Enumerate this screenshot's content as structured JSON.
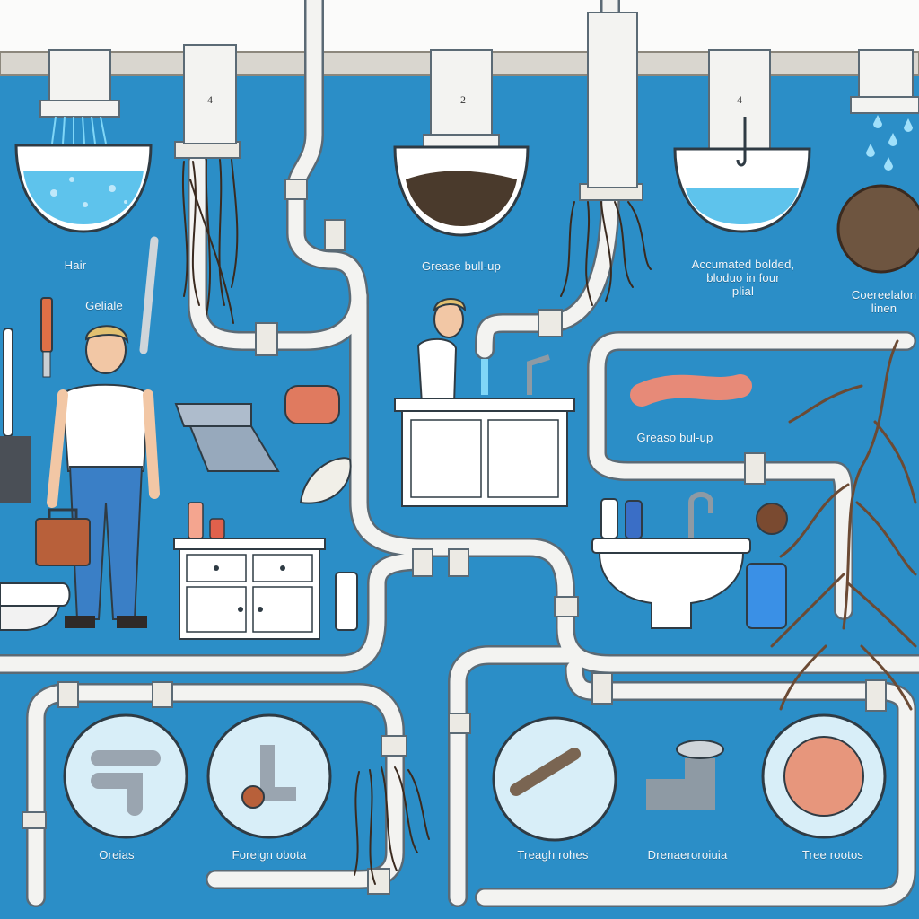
{
  "colors": {
    "background": "#2b8ec7",
    "pipe": "#f3f3f1",
    "pipe_outline": "#5b6a75",
    "wall_strip": "#d9d6cf",
    "water": "#5ec3ec",
    "hair": "#3a2a1f",
    "root": "#6b4a34"
  },
  "numbers": {
    "n1": "4",
    "n2": "2",
    "n3": "4"
  },
  "labels": {
    "hair": "Hair",
    "gelatin": "Geliale",
    "grease_top": "Grease bull-up",
    "accumulated": "Accumated bolded,\nbloduo in four\nplial",
    "coerced": "Coereelalon\nlinen",
    "grease_right": "Greaso bul-up",
    "oreias": "Oreias",
    "foreign": "Foreign obota",
    "tree": "Treagh rohes",
    "dren": "Drenaeroroiuia",
    "roots": "Tree rootos"
  },
  "icons": [
    "person-icon",
    "person-washing-icon",
    "sink-icon",
    "faucet-icon",
    "toilet-icon",
    "vanity-cabinet-icon",
    "wrench-icon",
    "knife-icon",
    "brush-icon",
    "toolbox-icon",
    "leaf-icon",
    "soap-bottle-icon",
    "pipe-fitting-icon",
    "root-icon"
  ]
}
